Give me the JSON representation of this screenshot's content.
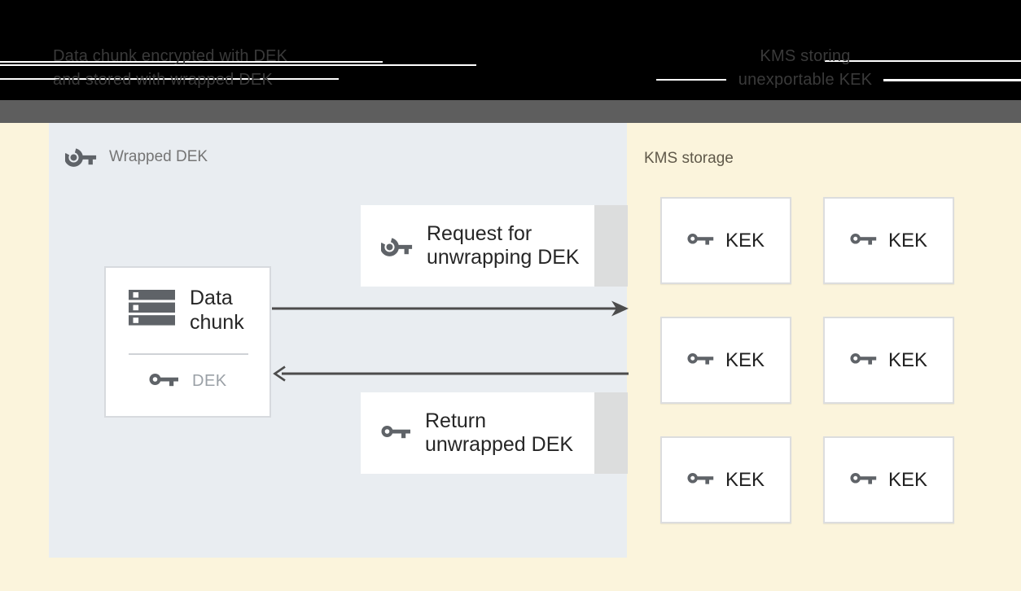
{
  "captions": {
    "left_line1": "Data chunk encrypted with DEK",
    "left_line2": "and stored with wrapped DEK",
    "right_line1": "KMS storing",
    "right_line2": "unexportable KEK"
  },
  "wrapped_dek_panel": {
    "title": "Wrapped DEK",
    "data_chunk_box": {
      "label_line1": "Data",
      "label_line2": "chunk",
      "key_label": "DEK"
    },
    "request_box": {
      "line1": "Request for",
      "line2": "unwrapping DEK"
    },
    "return_box": {
      "line1": "Return",
      "line2": "unwrapped DEK"
    }
  },
  "kms_panel": {
    "title": "KMS storage",
    "kek_boxes": [
      "KEK",
      "KEK",
      "KEK",
      "KEK",
      "KEK",
      "KEK"
    ]
  },
  "icons": {
    "wrapped_key": "wrapped-key-icon",
    "solid_key": "key-icon",
    "storage": "storage-stack-icon",
    "arrow_right": "arrow-right",
    "arrow_left": "arrow-left"
  },
  "colors": {
    "background_cream": "#fbf4dc",
    "panel_blue_gray": "#e9edf1",
    "caption_band_black": "#000000",
    "divider_band_gray": "#5e5e5e",
    "caption_text": "#3a3a3a",
    "artifact_line_white": "#ffffff",
    "icon_gray": "#5f6368",
    "arrow_gray": "#4c4c4c",
    "box_text": "#262626",
    "muted_label_gray": "#9aa0a6",
    "wrapped_title_gray": "#757575",
    "kms_title_brown": "#60594a",
    "box_border": "#d7dade",
    "gray_strip": "#dcdddd"
  }
}
